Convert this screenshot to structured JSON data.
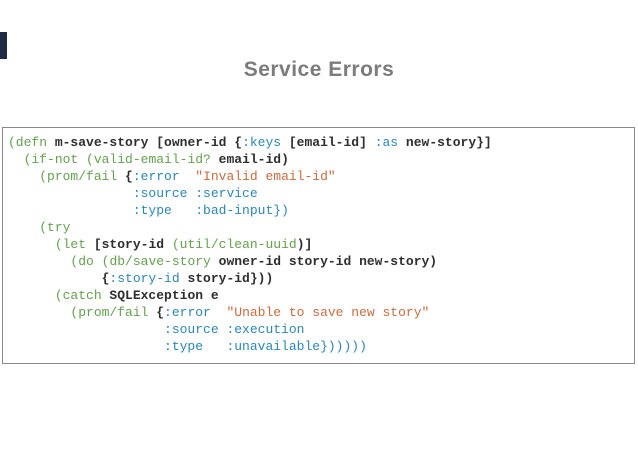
{
  "slide": {
    "title": "Service Errors",
    "accent_tab_color": "#1d2b44",
    "background_color": "#ffffff",
    "title_color": "#7b7b7b"
  },
  "code_block": {
    "language": "clojure",
    "border_color": "#888888",
    "colors": {
      "plain": "#2e2e2e",
      "form": "#63a14f",
      "keyword": "#2b86b8",
      "string": "#cc6a3d"
    },
    "lines": [
      [
        {
          "t": "(defn",
          "c": "form"
        },
        {
          "t": " m-save-story [owner-id {",
          "c": "plain"
        },
        {
          "t": ":keys",
          "c": "keyword"
        },
        {
          "t": " [email-id] ",
          "c": "plain"
        },
        {
          "t": ":as",
          "c": "keyword"
        },
        {
          "t": " new-story}]",
          "c": "plain"
        }
      ],
      [
        {
          "t": "  ",
          "c": "plain"
        },
        {
          "t": "(if-not",
          "c": "form"
        },
        {
          "t": " ",
          "c": "plain"
        },
        {
          "t": "(valid-email-id?",
          "c": "form"
        },
        {
          "t": " email-id)",
          "c": "plain"
        }
      ],
      [
        {
          "t": "    ",
          "c": "plain"
        },
        {
          "t": "(prom/fail",
          "c": "form"
        },
        {
          "t": " {",
          "c": "plain"
        },
        {
          "t": ":error",
          "c": "keyword"
        },
        {
          "t": "  ",
          "c": "plain"
        },
        {
          "t": "\"Invalid email-id\"",
          "c": "string"
        }
      ],
      [
        {
          "t": "                ",
          "c": "plain"
        },
        {
          "t": ":source",
          "c": "keyword"
        },
        {
          "t": " ",
          "c": "plain"
        },
        {
          "t": ":service",
          "c": "keyword"
        }
      ],
      [
        {
          "t": "                ",
          "c": "plain"
        },
        {
          "t": ":type",
          "c": "keyword"
        },
        {
          "t": "   ",
          "c": "plain"
        },
        {
          "t": ":bad-input})",
          "c": "keyword"
        }
      ],
      [
        {
          "t": "    ",
          "c": "plain"
        },
        {
          "t": "(try",
          "c": "form"
        }
      ],
      [
        {
          "t": "      ",
          "c": "plain"
        },
        {
          "t": "(let",
          "c": "form"
        },
        {
          "t": " [story-id ",
          "c": "plain"
        },
        {
          "t": "(util/clean-uuid",
          "c": "form"
        },
        {
          "t": ")]",
          "c": "plain"
        }
      ],
      [
        {
          "t": "        ",
          "c": "plain"
        },
        {
          "t": "(do",
          "c": "form"
        },
        {
          "t": " ",
          "c": "plain"
        },
        {
          "t": "(db/save-story",
          "c": "form"
        },
        {
          "t": " owner-id story-id new-story)",
          "c": "plain"
        }
      ],
      [
        {
          "t": "            {",
          "c": "plain"
        },
        {
          "t": ":story-id",
          "c": "keyword"
        },
        {
          "t": " story-id}))",
          "c": "plain"
        }
      ],
      [
        {
          "t": "      ",
          "c": "plain"
        },
        {
          "t": "(catch",
          "c": "form"
        },
        {
          "t": " SQLException e",
          "c": "plain"
        }
      ],
      [
        {
          "t": "        ",
          "c": "plain"
        },
        {
          "t": "(prom/fail",
          "c": "form"
        },
        {
          "t": " {",
          "c": "plain"
        },
        {
          "t": ":error",
          "c": "keyword"
        },
        {
          "t": "  ",
          "c": "plain"
        },
        {
          "t": "\"Unable to save new story\"",
          "c": "string"
        }
      ],
      [
        {
          "t": "                    ",
          "c": "plain"
        },
        {
          "t": ":source",
          "c": "keyword"
        },
        {
          "t": " ",
          "c": "plain"
        },
        {
          "t": ":execution",
          "c": "keyword"
        }
      ],
      [
        {
          "t": "                    ",
          "c": "plain"
        },
        {
          "t": ":type",
          "c": "keyword"
        },
        {
          "t": "   ",
          "c": "plain"
        },
        {
          "t": ":unavailable})))))",
          "c": "keyword"
        }
      ]
    ]
  }
}
